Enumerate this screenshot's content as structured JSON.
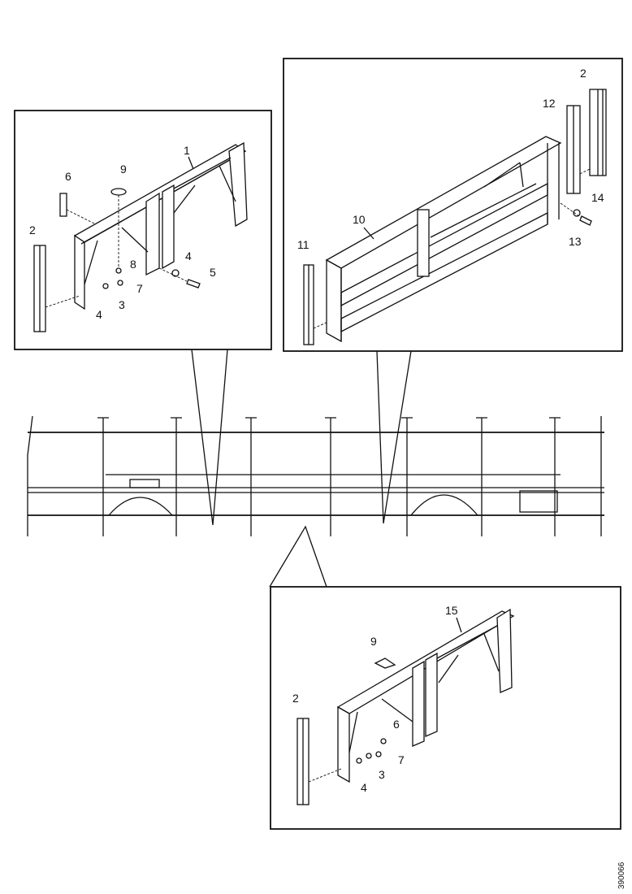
{
  "figure_code": "390066",
  "callouts": {
    "top_left": [
      {
        "id": "tl-1",
        "text": "1"
      },
      {
        "id": "tl-6a",
        "text": "6"
      },
      {
        "id": "tl-9a",
        "text": "9"
      },
      {
        "id": "tl-2",
        "text": "2"
      },
      {
        "id": "tl-8",
        "text": "8"
      },
      {
        "id": "tl-4a",
        "text": "4"
      },
      {
        "id": "tl-5",
        "text": "5"
      },
      {
        "id": "tl-7",
        "text": "7"
      },
      {
        "id": "tl-3",
        "text": "3"
      },
      {
        "id": "tl-4b",
        "text": "4"
      }
    ],
    "top_right": [
      {
        "id": "tr-2",
        "text": "2"
      },
      {
        "id": "tr-12",
        "text": "12"
      },
      {
        "id": "tr-14",
        "text": "14"
      },
      {
        "id": "tr-13",
        "text": "13"
      },
      {
        "id": "tr-10",
        "text": "10"
      },
      {
        "id": "tr-11",
        "text": "11"
      }
    ],
    "bottom": [
      {
        "id": "b-15",
        "text": "15"
      },
      {
        "id": "b-9",
        "text": "9"
      },
      {
        "id": "b-2",
        "text": "2"
      },
      {
        "id": "b-6",
        "text": "6"
      },
      {
        "id": "b-7",
        "text": "7"
      },
      {
        "id": "b-3",
        "text": "3"
      },
      {
        "id": "b-4",
        "text": "4"
      }
    ]
  }
}
